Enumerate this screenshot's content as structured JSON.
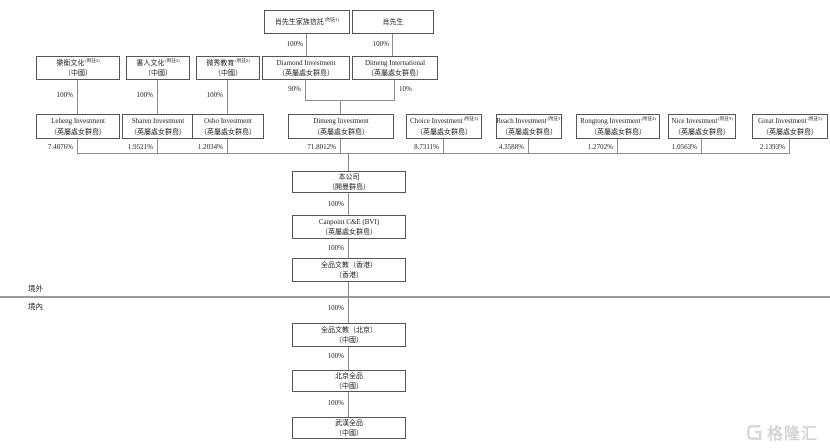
{
  "diagram": {
    "type": "shareholding-structure-chart",
    "nodes": {
      "trust": {
        "name": "肖先生家族信託",
        "note": "(附註1)"
      },
      "xiao": {
        "name": "肖先生"
      },
      "lewen": {
        "name": "樂衡文化",
        "note": "(附註2)",
        "place": "（中國）"
      },
      "shuren": {
        "name": "書人文化",
        "note": "(附註2)",
        "place": "（中國）"
      },
      "weixiu": {
        "name": "微秀教育",
        "note": "(附註2)",
        "place": "（中國）"
      },
      "diamond": {
        "name": "Diamond Investment",
        "place": "（英屬處女群島）"
      },
      "dimeng_intl": {
        "name": "Dimeng International",
        "place": "（英屬處女群島）"
      },
      "leheng": {
        "name": "Leheng Investment",
        "place": "（英屬處女群島）"
      },
      "sharen": {
        "name": "Sharen Investment",
        "place": "（英屬處女群島）"
      },
      "osho": {
        "name": "Osho Investment",
        "place": "（英屬處女群島）"
      },
      "dimeng_inv": {
        "name": "Dimeng Investment",
        "place": "（英屬處女群島）"
      },
      "choice": {
        "name": "Choice Investment",
        "note": "(附註3)",
        "place": "（英屬處女群島）"
      },
      "reach": {
        "name": "Reach Investment",
        "note": "(附註3)",
        "place": "（英屬處女群島）"
      },
      "rongtong": {
        "name": "Rongtong Investment",
        "note": "(附註4)",
        "place": "（英屬處女群島）"
      },
      "nice": {
        "name": "Nice Investment",
        "note": "(附註5)",
        "place": "（英屬處女群島）"
      },
      "great": {
        "name": "Great Investment",
        "note": "(附註5)",
        "place": "（英屬處女群島）"
      },
      "company": {
        "name": "本公司",
        "place": "（開曼群島）"
      },
      "canpoint_bvi": {
        "name": "Canpoint C&E (BVI)",
        "place": "（英屬處女群島）"
      },
      "qp_hk": {
        "name": "全品文教（香港）",
        "place": "（香港）"
      },
      "qp_bj": {
        "name": "全品文教（北京）",
        "place": "（中國）"
      },
      "bj_qp": {
        "name": "北京全品",
        "place": "（中國）"
      },
      "wh_qp": {
        "name": "武漢全品",
        "place": "（中國）"
      }
    },
    "edges": {
      "trust_diamond": "100%",
      "xiao_dimeng_intl": "100%",
      "lewen_leheng": "100%",
      "shuren_sharen": "100%",
      "weixiu_osho": "100%",
      "diamond_dimeng": "90%",
      "dimeng_intl_dimeng": "10%",
      "leheng_company": "7.4876%",
      "sharen_company": "1.9521%",
      "osho_company": "1.2034%",
      "dimeng_company": "71.8012%",
      "choice_company": "8.7311%",
      "reach_company": "4.3588%",
      "rongtong_company": "1.2702%",
      "nice_company": "1.0563%",
      "great_company": "2.1393%",
      "company_canpoint": "100%",
      "canpoint_hk": "100%",
      "hk_bj": "100%",
      "bj_bjqp": "100%",
      "bjqp_whqp": "100%"
    },
    "region_labels": {
      "offshore": "境外",
      "onshore": "境內"
    },
    "watermark": {
      "brand": "格隆汇",
      "icon_color": "#d6d6d6"
    }
  }
}
